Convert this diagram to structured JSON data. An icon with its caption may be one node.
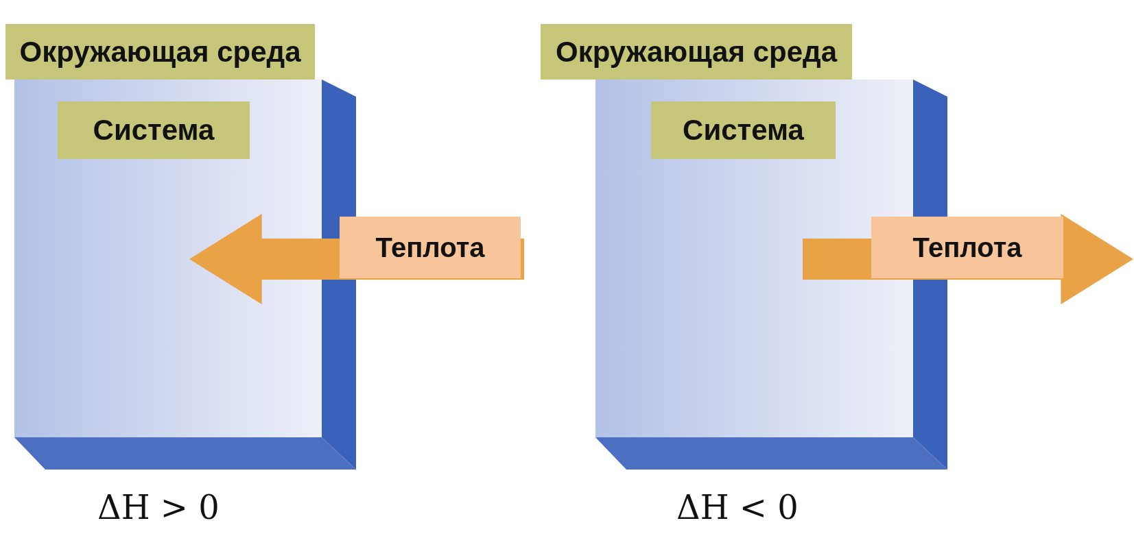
{
  "diagram": {
    "nodes": [
      {
        "text": [
          "Окружающая среда"
        ]
      },
      {
        "text": [
          "Система"
        ]
      },
      {
        "text": [
          "Окружающая среда"
        ]
      },
      {
        "text": [
          "Система"
        ]
      }
    ],
    "edges": [
      {
        "from": null,
        "to": 1,
        "arrow": "to",
        "label": "Теплота"
      },
      {
        "from": 3,
        "to": null,
        "arrow": "to",
        "label": "Теплота"
      }
    ],
    "labels": [
      "ΔH > 0",
      "ΔH < 0"
    ]
  }
}
